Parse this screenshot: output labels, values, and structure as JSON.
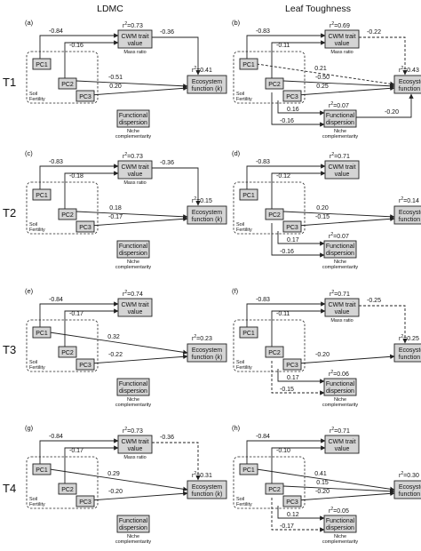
{
  "colors": {
    "node_fill": "#d4d4d4",
    "line": "#222222",
    "text": "#111111"
  },
  "columns": [
    "LDMC",
    "Leaf Toughness"
  ],
  "rows": [
    "T1",
    "T2",
    "T3",
    "T4"
  ],
  "labels": {
    "pc1": "PC1",
    "pc2": "PC2",
    "pc3": "PC3",
    "cwm1": "CWM trait",
    "cwm2": "value",
    "eco1": "Ecosystem",
    "eco2": "function (",
    "k": "k",
    "close": ")",
    "fd1": "Functional",
    "fd2": "dispersion",
    "soil1": "Soil",
    "soil2": "Fertility",
    "mass_ratio": "Mass ratio",
    "niche1": "Niche",
    "niche2": "complementarity",
    "r2_prefix": "r"
  },
  "panels": [
    {
      "id": "a",
      "label": "(a)",
      "col": 0,
      "row": 0,
      "r2_cwm": "=0.73",
      "r2_eco": "=0.41",
      "r2_fd": "",
      "paths": [
        {
          "from": "PC1",
          "to": "CWM",
          "coef": "-0.84",
          "style": "solid"
        },
        {
          "from": "PC2",
          "to": "CWM",
          "coef": "-0.16",
          "style": "solid"
        },
        {
          "from": "CWM",
          "to": "ECO",
          "coef": "-0.36",
          "style": "solid"
        },
        {
          "from": "PC2",
          "to": "ECO",
          "coef": "-0.51",
          "style": "solid"
        },
        {
          "from": "PC3",
          "to": "ECO",
          "coef": "0.20",
          "style": "solid"
        }
      ]
    },
    {
      "id": "b",
      "label": "(b)",
      "col": 1,
      "row": 0,
      "r2_cwm": "=0.69",
      "r2_eco": "=0.43",
      "r2_fd": "=0.07",
      "paths": [
        {
          "from": "PC1",
          "to": "CWM",
          "coef": "-0.83",
          "style": "solid"
        },
        {
          "from": "PC2",
          "to": "CWM",
          "coef": "-0.11",
          "style": "solid"
        },
        {
          "from": "CWM",
          "to": "ECO",
          "coef": "-0.22",
          "style": "dashed"
        },
        {
          "from": "PC1",
          "to": "ECO",
          "coef": "0.21",
          "style": "dashed"
        },
        {
          "from": "PC2",
          "to": "ECO",
          "coef": "-0.50",
          "style": "solid"
        },
        {
          "from": "PC3",
          "to": "ECO",
          "coef": "0.25",
          "style": "solid"
        },
        {
          "from": "PC2",
          "to": "FD",
          "coef": "-0.16",
          "style": "solid"
        },
        {
          "from": "PC3",
          "to": "FD",
          "coef": "0.16",
          "style": "solid"
        },
        {
          "from": "FD",
          "to": "ECO",
          "coef": "-0.20",
          "style": "solid"
        }
      ]
    },
    {
      "id": "c",
      "label": "(c)",
      "col": 0,
      "row": 1,
      "r2_cwm": "=0.73",
      "r2_eco": "=0.15",
      "r2_fd": "",
      "paths": [
        {
          "from": "PC1",
          "to": "CWM",
          "coef": "-0.83",
          "style": "solid"
        },
        {
          "from": "PC2",
          "to": "CWM",
          "coef": "-0.18",
          "style": "solid"
        },
        {
          "from": "CWM",
          "to": "ECO",
          "coef": "-0.36",
          "style": "solid"
        },
        {
          "from": "PC2",
          "to": "ECO",
          "coef": "0.18",
          "style": "solid"
        },
        {
          "from": "PC3",
          "to": "ECO",
          "coef": "-0.17",
          "style": "solid"
        }
      ]
    },
    {
      "id": "d",
      "label": "(d)",
      "col": 1,
      "row": 1,
      "r2_cwm": "=0.71",
      "r2_eco": "=0.14",
      "r2_fd": "=0.07",
      "paths": [
        {
          "from": "PC1",
          "to": "CWM",
          "coef": "-0.83",
          "style": "solid"
        },
        {
          "from": "PC2",
          "to": "CWM",
          "coef": "-0.12",
          "style": "solid"
        },
        {
          "from": "PC2",
          "to": "ECO",
          "coef": "0.20",
          "style": "solid"
        },
        {
          "from": "PC3",
          "to": "ECO",
          "coef": "-0.15",
          "style": "solid"
        },
        {
          "from": "PC2",
          "to": "FD",
          "coef": "-0.16",
          "style": "solid"
        },
        {
          "from": "PC3",
          "to": "FD",
          "coef": "0.17",
          "style": "solid"
        }
      ]
    },
    {
      "id": "e",
      "label": "(e)",
      "col": 0,
      "row": 2,
      "r2_cwm": "=0.74",
      "r2_eco": "=0.23",
      "r2_fd": "",
      "paths": [
        {
          "from": "PC1",
          "to": "CWM",
          "coef": "-0.84",
          "style": "solid"
        },
        {
          "from": "PC2",
          "to": "CWM",
          "coef": "-0.17",
          "style": "solid"
        },
        {
          "from": "PC1",
          "to": "ECO",
          "coef": "0.32",
          "style": "solid"
        },
        {
          "from": "PC3",
          "to": "ECO",
          "coef": "-0.22",
          "style": "solid"
        }
      ]
    },
    {
      "id": "f",
      "label": "(f)",
      "col": 1,
      "row": 2,
      "r2_cwm": "=0.71",
      "r2_eco": "=0.25",
      "r2_fd": "=0.06",
      "paths": [
        {
          "from": "PC1",
          "to": "CWM",
          "coef": "-0.83",
          "style": "solid"
        },
        {
          "from": "PC2",
          "to": "CWM",
          "coef": "-0.11",
          "style": "solid"
        },
        {
          "from": "CWM",
          "to": "ECO",
          "coef": "-0.25",
          "style": "dashed"
        },
        {
          "from": "PC3",
          "to": "ECO",
          "coef": "-0.20",
          "style": "solid"
        },
        {
          "from": "PC3",
          "to": "FD",
          "coef": "0.17",
          "style": "solid"
        },
        {
          "from": "PC2",
          "to": "FD",
          "coef": "-0.15",
          "style": "dashed"
        }
      ]
    },
    {
      "id": "g",
      "label": "(g)",
      "col": 0,
      "row": 3,
      "r2_cwm": "=0.73",
      "r2_eco": "=0.31",
      "r2_fd": "",
      "paths": [
        {
          "from": "PC1",
          "to": "CWM",
          "coef": "-0.84",
          "style": "solid"
        },
        {
          "from": "PC2",
          "to": "CWM",
          "coef": "-0.17",
          "style": "solid"
        },
        {
          "from": "CWM",
          "to": "ECO",
          "coef": "-0.36",
          "style": "dashed"
        },
        {
          "from": "PC1",
          "to": "ECO",
          "coef": "0.29",
          "style": "solid"
        },
        {
          "from": "PC3",
          "to": "ECO",
          "coef": "-0.20",
          "style": "solid"
        }
      ]
    },
    {
      "id": "h",
      "label": "(h)",
      "col": 1,
      "row": 3,
      "r2_cwm": "=0.71",
      "r2_eco": "=0.30",
      "r2_fd": "=0.05",
      "paths": [
        {
          "from": "PC1",
          "to": "CWM",
          "coef": "-0.84",
          "style": "solid"
        },
        {
          "from": "PC2",
          "to": "CWM",
          "coef": "-0.10",
          "style": "solid"
        },
        {
          "from": "PC1",
          "to": "ECO",
          "coef": "0.41",
          "style": "solid"
        },
        {
          "from": "PC2",
          "to": "ECO",
          "coef": "0.15",
          "style": "solid"
        },
        {
          "from": "PC3",
          "to": "ECO",
          "coef": "-0.20",
          "style": "solid"
        },
        {
          "from": "PC3",
          "to": "FD",
          "coef": "0.12",
          "style": "solid"
        },
        {
          "from": "PC2",
          "to": "FD",
          "coef": "-0.17",
          "style": "dashed"
        }
      ]
    }
  ]
}
